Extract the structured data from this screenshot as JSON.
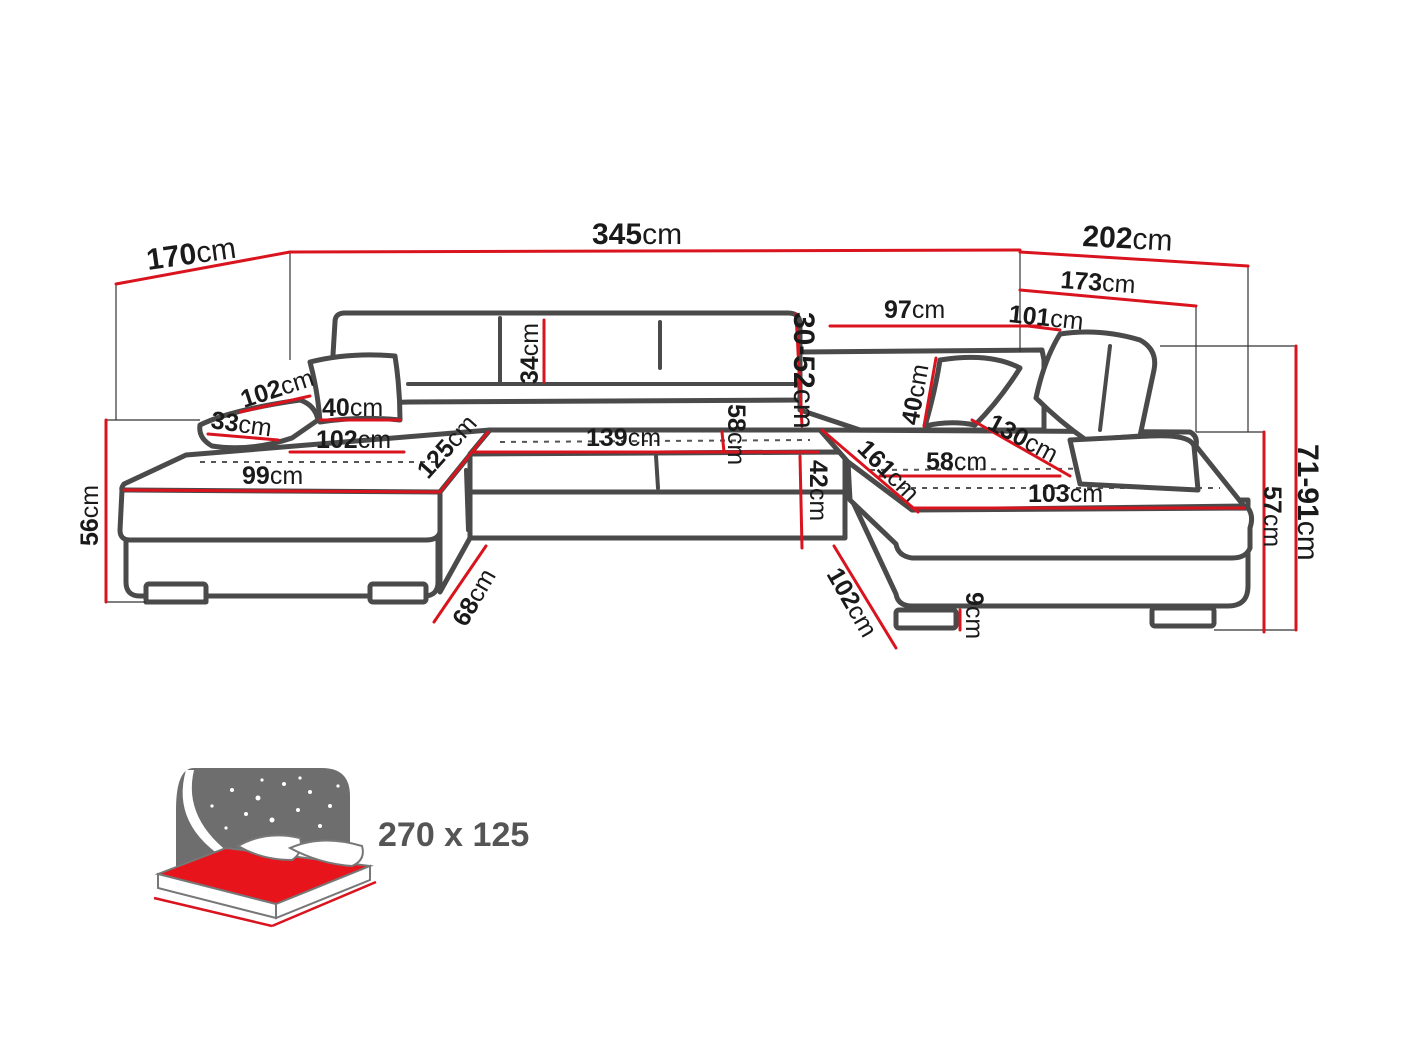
{
  "dimensions": [
    {
      "id": "total-width",
      "value": "345",
      "unit": "cm"
    },
    {
      "id": "left-depth",
      "value": "170",
      "unit": "cm"
    },
    {
      "id": "right-depth",
      "value": "202",
      "unit": "cm"
    },
    {
      "id": "right-inner-depth",
      "value": "173",
      "unit": "cm"
    },
    {
      "id": "right-backrest-length",
      "value": "101",
      "unit": "cm"
    },
    {
      "id": "middle-back-length",
      "value": "97",
      "unit": "cm"
    },
    {
      "id": "headrest-height",
      "value": "30-52",
      "unit": "cm"
    },
    {
      "id": "back-cushion-height",
      "value": "34",
      "unit": "cm"
    },
    {
      "id": "left-armrest-length",
      "value": "102",
      "unit": "cm"
    },
    {
      "id": "armrest-width",
      "value": "33",
      "unit": "cm"
    },
    {
      "id": "left-pillow",
      "value": "40",
      "unit": "cm"
    },
    {
      "id": "left-seat-inner",
      "value": "102",
      "unit": "cm"
    },
    {
      "id": "left-seat-width",
      "value": "99",
      "unit": "cm"
    },
    {
      "id": "left-seat-depth",
      "value": "125",
      "unit": "cm"
    },
    {
      "id": "middle-seat-width",
      "value": "139",
      "unit": "cm"
    },
    {
      "id": "middle-seat-depth",
      "value": "58",
      "unit": "cm"
    },
    {
      "id": "seat-height",
      "value": "42",
      "unit": "cm"
    },
    {
      "id": "right-seat-diagonal",
      "value": "161",
      "unit": "cm"
    },
    {
      "id": "right-seat-depth",
      "value": "58",
      "unit": "cm"
    },
    {
      "id": "right-pillow",
      "value": "40",
      "unit": "cm"
    },
    {
      "id": "right-armrest-length",
      "value": "130",
      "unit": "cm"
    },
    {
      "id": "right-seat-width",
      "value": "103",
      "unit": "cm"
    },
    {
      "id": "left-height",
      "value": "56",
      "unit": "cm"
    },
    {
      "id": "right-height",
      "value": "57",
      "unit": "cm"
    },
    {
      "id": "total-height",
      "value": "71-91",
      "unit": "cm"
    },
    {
      "id": "left-front-depth",
      "value": "68",
      "unit": "cm"
    },
    {
      "id": "right-front-depth",
      "value": "102",
      "unit": "cm"
    },
    {
      "id": "leg-height",
      "value": "9",
      "unit": "cm"
    }
  ],
  "sleeping_area": {
    "label": "270 x 125"
  },
  "colors": {
    "dimension_line": "#d9141e",
    "outline": "#4a4a4a",
    "bed_mattress": "#e8141c",
    "night_sky": "#6e6e6e"
  },
  "icons": [
    "sofa-drawing",
    "bed-icon",
    "stars-icon",
    "moon-icon"
  ]
}
